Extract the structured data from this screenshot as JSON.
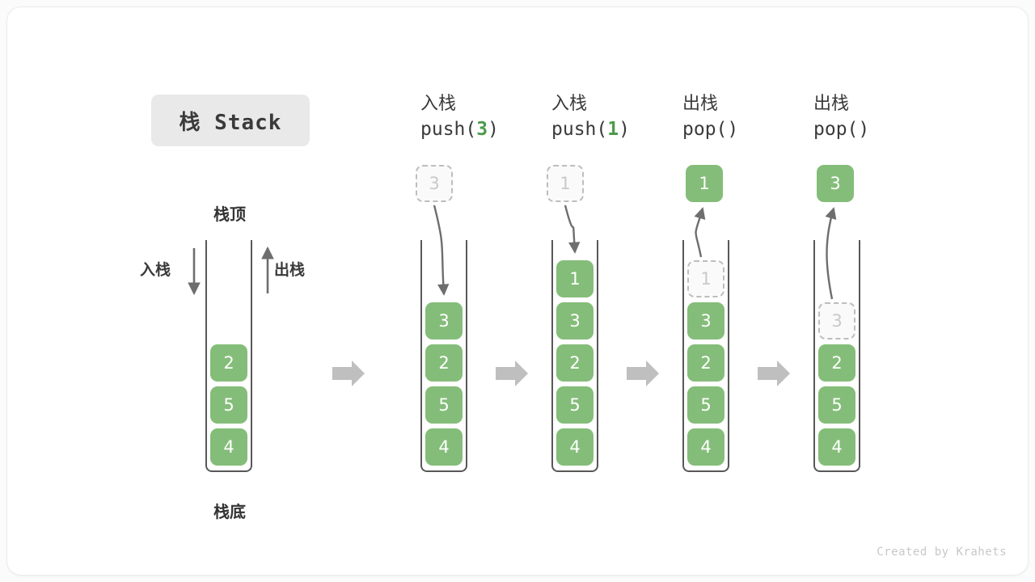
{
  "title_badge": {
    "label": "栈 Stack"
  },
  "credit": {
    "text": "Created by Krahets"
  },
  "labels": {
    "top": "栈顶",
    "bottom": "栈底",
    "push_side": "入栈",
    "pop_side": "出栈"
  },
  "colors": {
    "element_fill": "#84bd79",
    "element_text": "#ffffff",
    "ghost_border": "#bdbdbd",
    "ghost_text": "#c9c9c9",
    "container_stroke": "#585858",
    "arrow_gray": "#6e6e6e",
    "step_arrow": "#bfbfbf",
    "badge_bg": "#e9e9e9",
    "accent_green": "#4c9a4c"
  },
  "columns": [
    {
      "id": "initial",
      "header_cn": "",
      "header_code": "",
      "incoming": null,
      "outgoing": null,
      "stack": [
        {
          "value": "2",
          "state": "solid"
        },
        {
          "value": "5",
          "state": "solid"
        },
        {
          "value": "4",
          "state": "solid"
        }
      ]
    },
    {
      "id": "push-3",
      "header_cn": "入栈",
      "header_code_prefix": "push(",
      "header_code_arg": "3",
      "header_code_suffix": ")",
      "incoming": {
        "value": "3",
        "state": "ghost"
      },
      "outgoing": null,
      "stack": [
        {
          "value": "3",
          "state": "solid"
        },
        {
          "value": "2",
          "state": "solid"
        },
        {
          "value": "5",
          "state": "solid"
        },
        {
          "value": "4",
          "state": "solid"
        }
      ]
    },
    {
      "id": "push-1",
      "header_cn": "入栈",
      "header_code_prefix": "push(",
      "header_code_arg": "1",
      "header_code_suffix": ")",
      "incoming": {
        "value": "1",
        "state": "ghost"
      },
      "outgoing": null,
      "stack": [
        {
          "value": "1",
          "state": "solid"
        },
        {
          "value": "3",
          "state": "solid"
        },
        {
          "value": "2",
          "state": "solid"
        },
        {
          "value": "5",
          "state": "solid"
        },
        {
          "value": "4",
          "state": "solid"
        }
      ]
    },
    {
      "id": "pop-1",
      "header_cn": "出栈",
      "header_code_prefix": "pop(",
      "header_code_arg": "",
      "header_code_suffix": ")",
      "incoming": null,
      "outgoing": {
        "value": "1",
        "state": "solid"
      },
      "stack": [
        {
          "value": "1",
          "state": "ghost"
        },
        {
          "value": "3",
          "state": "solid"
        },
        {
          "value": "2",
          "state": "solid"
        },
        {
          "value": "5",
          "state": "solid"
        },
        {
          "value": "4",
          "state": "solid"
        }
      ]
    },
    {
      "id": "pop-2",
      "header_cn": "出栈",
      "header_code_prefix": "pop(",
      "header_code_arg": "",
      "header_code_suffix": ")",
      "incoming": null,
      "outgoing": {
        "value": "3",
        "state": "solid"
      },
      "stack": [
        {
          "value": "3",
          "state": "ghost"
        },
        {
          "value": "2",
          "state": "solid"
        },
        {
          "value": "5",
          "state": "solid"
        },
        {
          "value": "4",
          "state": "solid"
        }
      ]
    }
  ],
  "step_arrows": 4
}
